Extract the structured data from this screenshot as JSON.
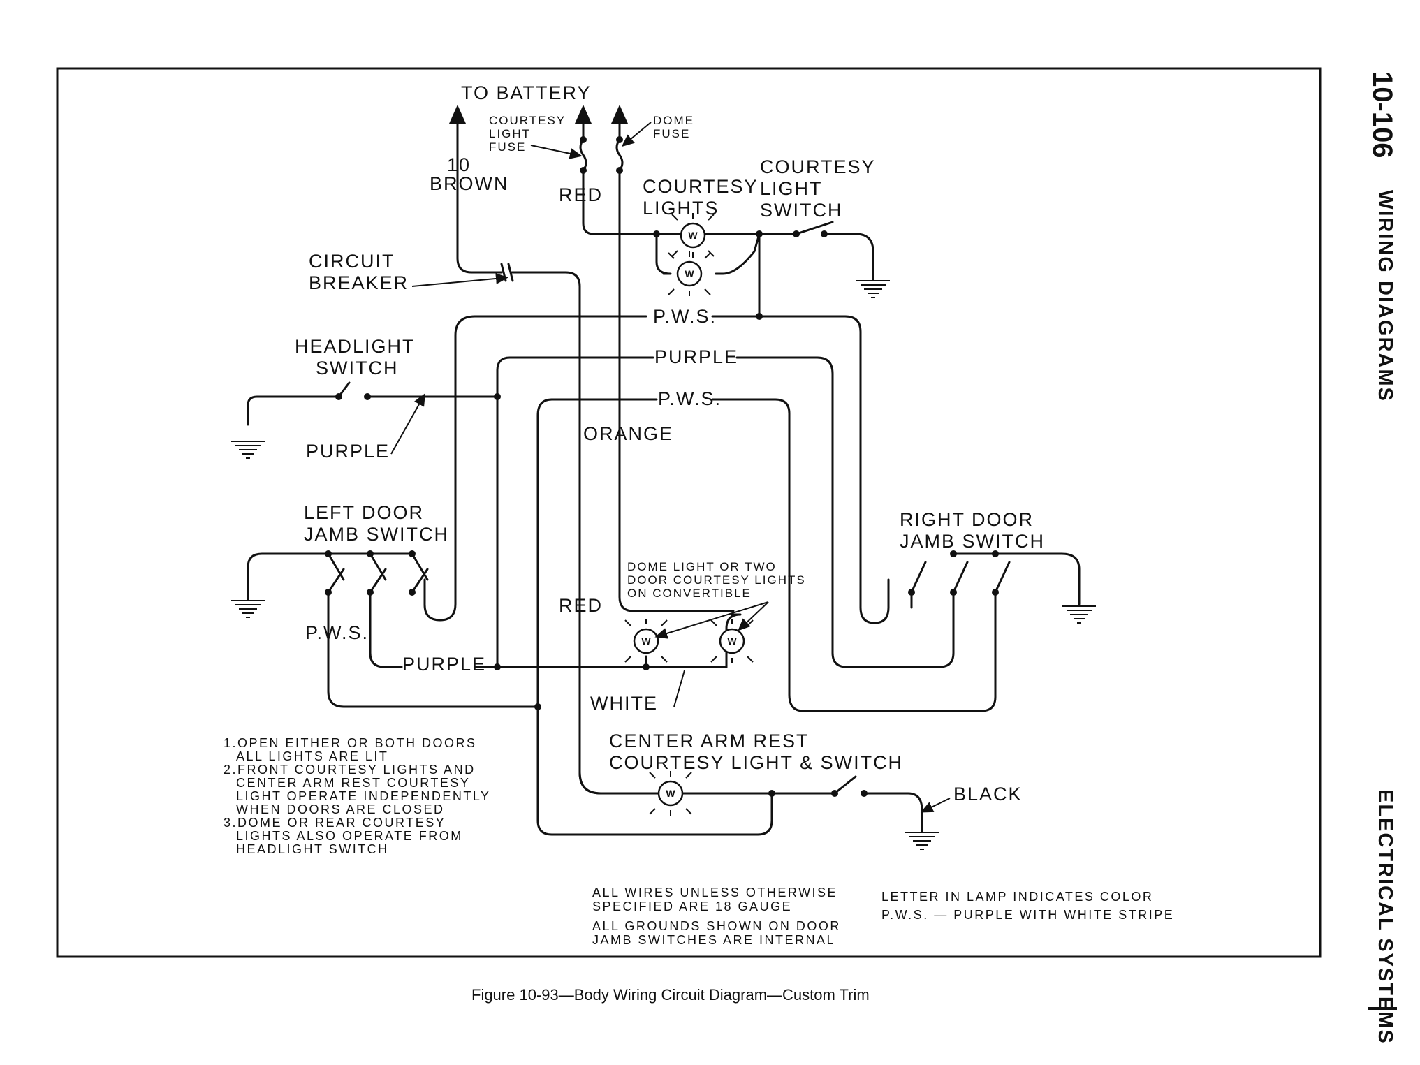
{
  "page": {
    "page_number": "10-106",
    "section_header": "WIRING DIAGRAMS",
    "side_footer": "ELECTRICAL SYSTEMS",
    "caption": "Figure 10-93—Body Wiring Circuit Diagram—Custom Trim"
  },
  "labels": {
    "to_battery": "TO BATTERY",
    "courtesy_fuse": [
      "COURTESY",
      "LIGHT",
      "FUSE"
    ],
    "dome_fuse": [
      "DOME",
      "FUSE"
    ],
    "gauge_10": "10",
    "brown": "BROWN",
    "red_top": "RED",
    "courtesy_lights": [
      "COURTESY",
      "LIGHTS"
    ],
    "courtesy_light_switch": [
      "COURTESY",
      "LIGHT",
      "SWITCH"
    ],
    "circuit_breaker": [
      "CIRCUIT",
      "BREAKER"
    ],
    "pws_1": "P.W.S.",
    "purple_mid": "PURPLE",
    "pws_2": "P.W.S.",
    "headlight_switch": [
      "HEADLIGHT",
      "SWITCH"
    ],
    "purple_headlight": "PURPLE",
    "orange": "ORANGE",
    "left_door": [
      "LEFT  DOOR",
      "JAMB  SWITCH"
    ],
    "right_door": [
      "RIGHT DOOR",
      "JAMB  SWITCH"
    ],
    "dome_light_note": [
      "DOME LIGHT OR TWO",
      "DOOR COURTESY LIGHTS",
      "ON CONVERTIBLE"
    ],
    "red_lower": "RED",
    "pws_left": "P.W.S.",
    "purple_lower": "PURPLE",
    "white": "WHITE",
    "center_arm_rest": [
      "CENTER ARM REST",
      "COURTESY LIGHT & SWITCH"
    ],
    "black": "BLACK",
    "lamp_letter": "W"
  },
  "notes": {
    "numbered": [
      "1.OPEN EITHER OR BOTH DOORS",
      "ALL LIGHTS ARE LIT",
      "2.FRONT COURTESY LIGHTS AND",
      "CENTER ARM REST COURTESY",
      "LIGHT OPERATE INDEPENDENTLY",
      "WHEN DOORS ARE CLOSED",
      "3.DOME OR REAR COURTESY",
      "LIGHTS ALSO OPERATE FROM",
      "HEADLIGHT SWITCH"
    ],
    "gauge": [
      "ALL WIRES UNLESS OTHERWISE",
      "SPECIFIED ARE 18 GAUGE"
    ],
    "grounds": [
      "ALL GROUNDS SHOWN ON DOOR",
      "JAMB SWITCHES ARE INTERNAL"
    ],
    "legend": [
      "LETTER IN LAMP INDICATES COLOR",
      "P.W.S. — PURPLE WITH WHITE STRIPE"
    ]
  }
}
